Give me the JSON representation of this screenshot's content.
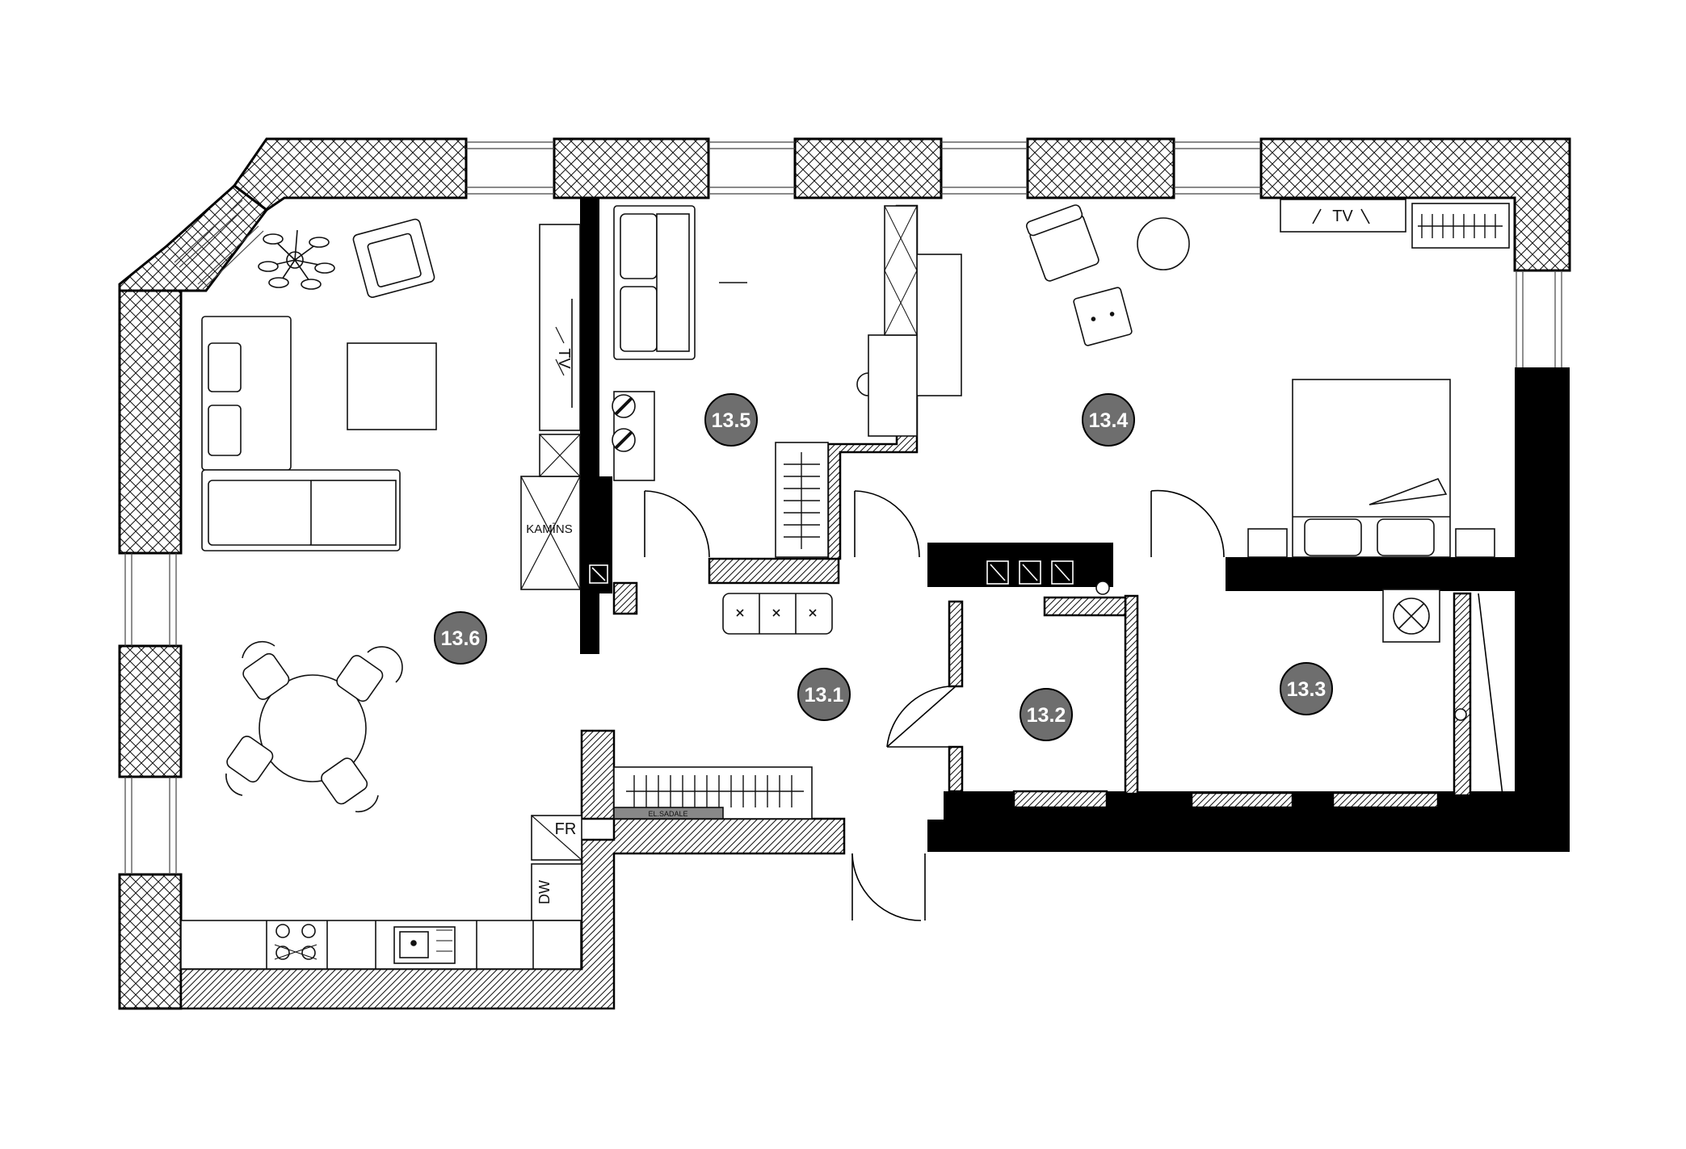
{
  "rooms": [
    {
      "id": "13.1",
      "label": "13.1"
    },
    {
      "id": "13.2",
      "label": "13.2"
    },
    {
      "id": "13.3",
      "label": "13.3"
    },
    {
      "id": "13.4",
      "label": "13.4"
    },
    {
      "id": "13.5",
      "label": "13.5"
    },
    {
      "id": "13.6",
      "label": "13.6"
    }
  ],
  "labels": {
    "tv_living": "TV",
    "tv_bedroom": "TV",
    "fireplace": "KAMĪNS",
    "fridge": "FR",
    "dishwasher": "DW",
    "electric_panel": "EL.SADALE"
  },
  "colors": {
    "room_badge": "#6e6e6e",
    "wall_solid": "#000000",
    "line": "#111111"
  }
}
